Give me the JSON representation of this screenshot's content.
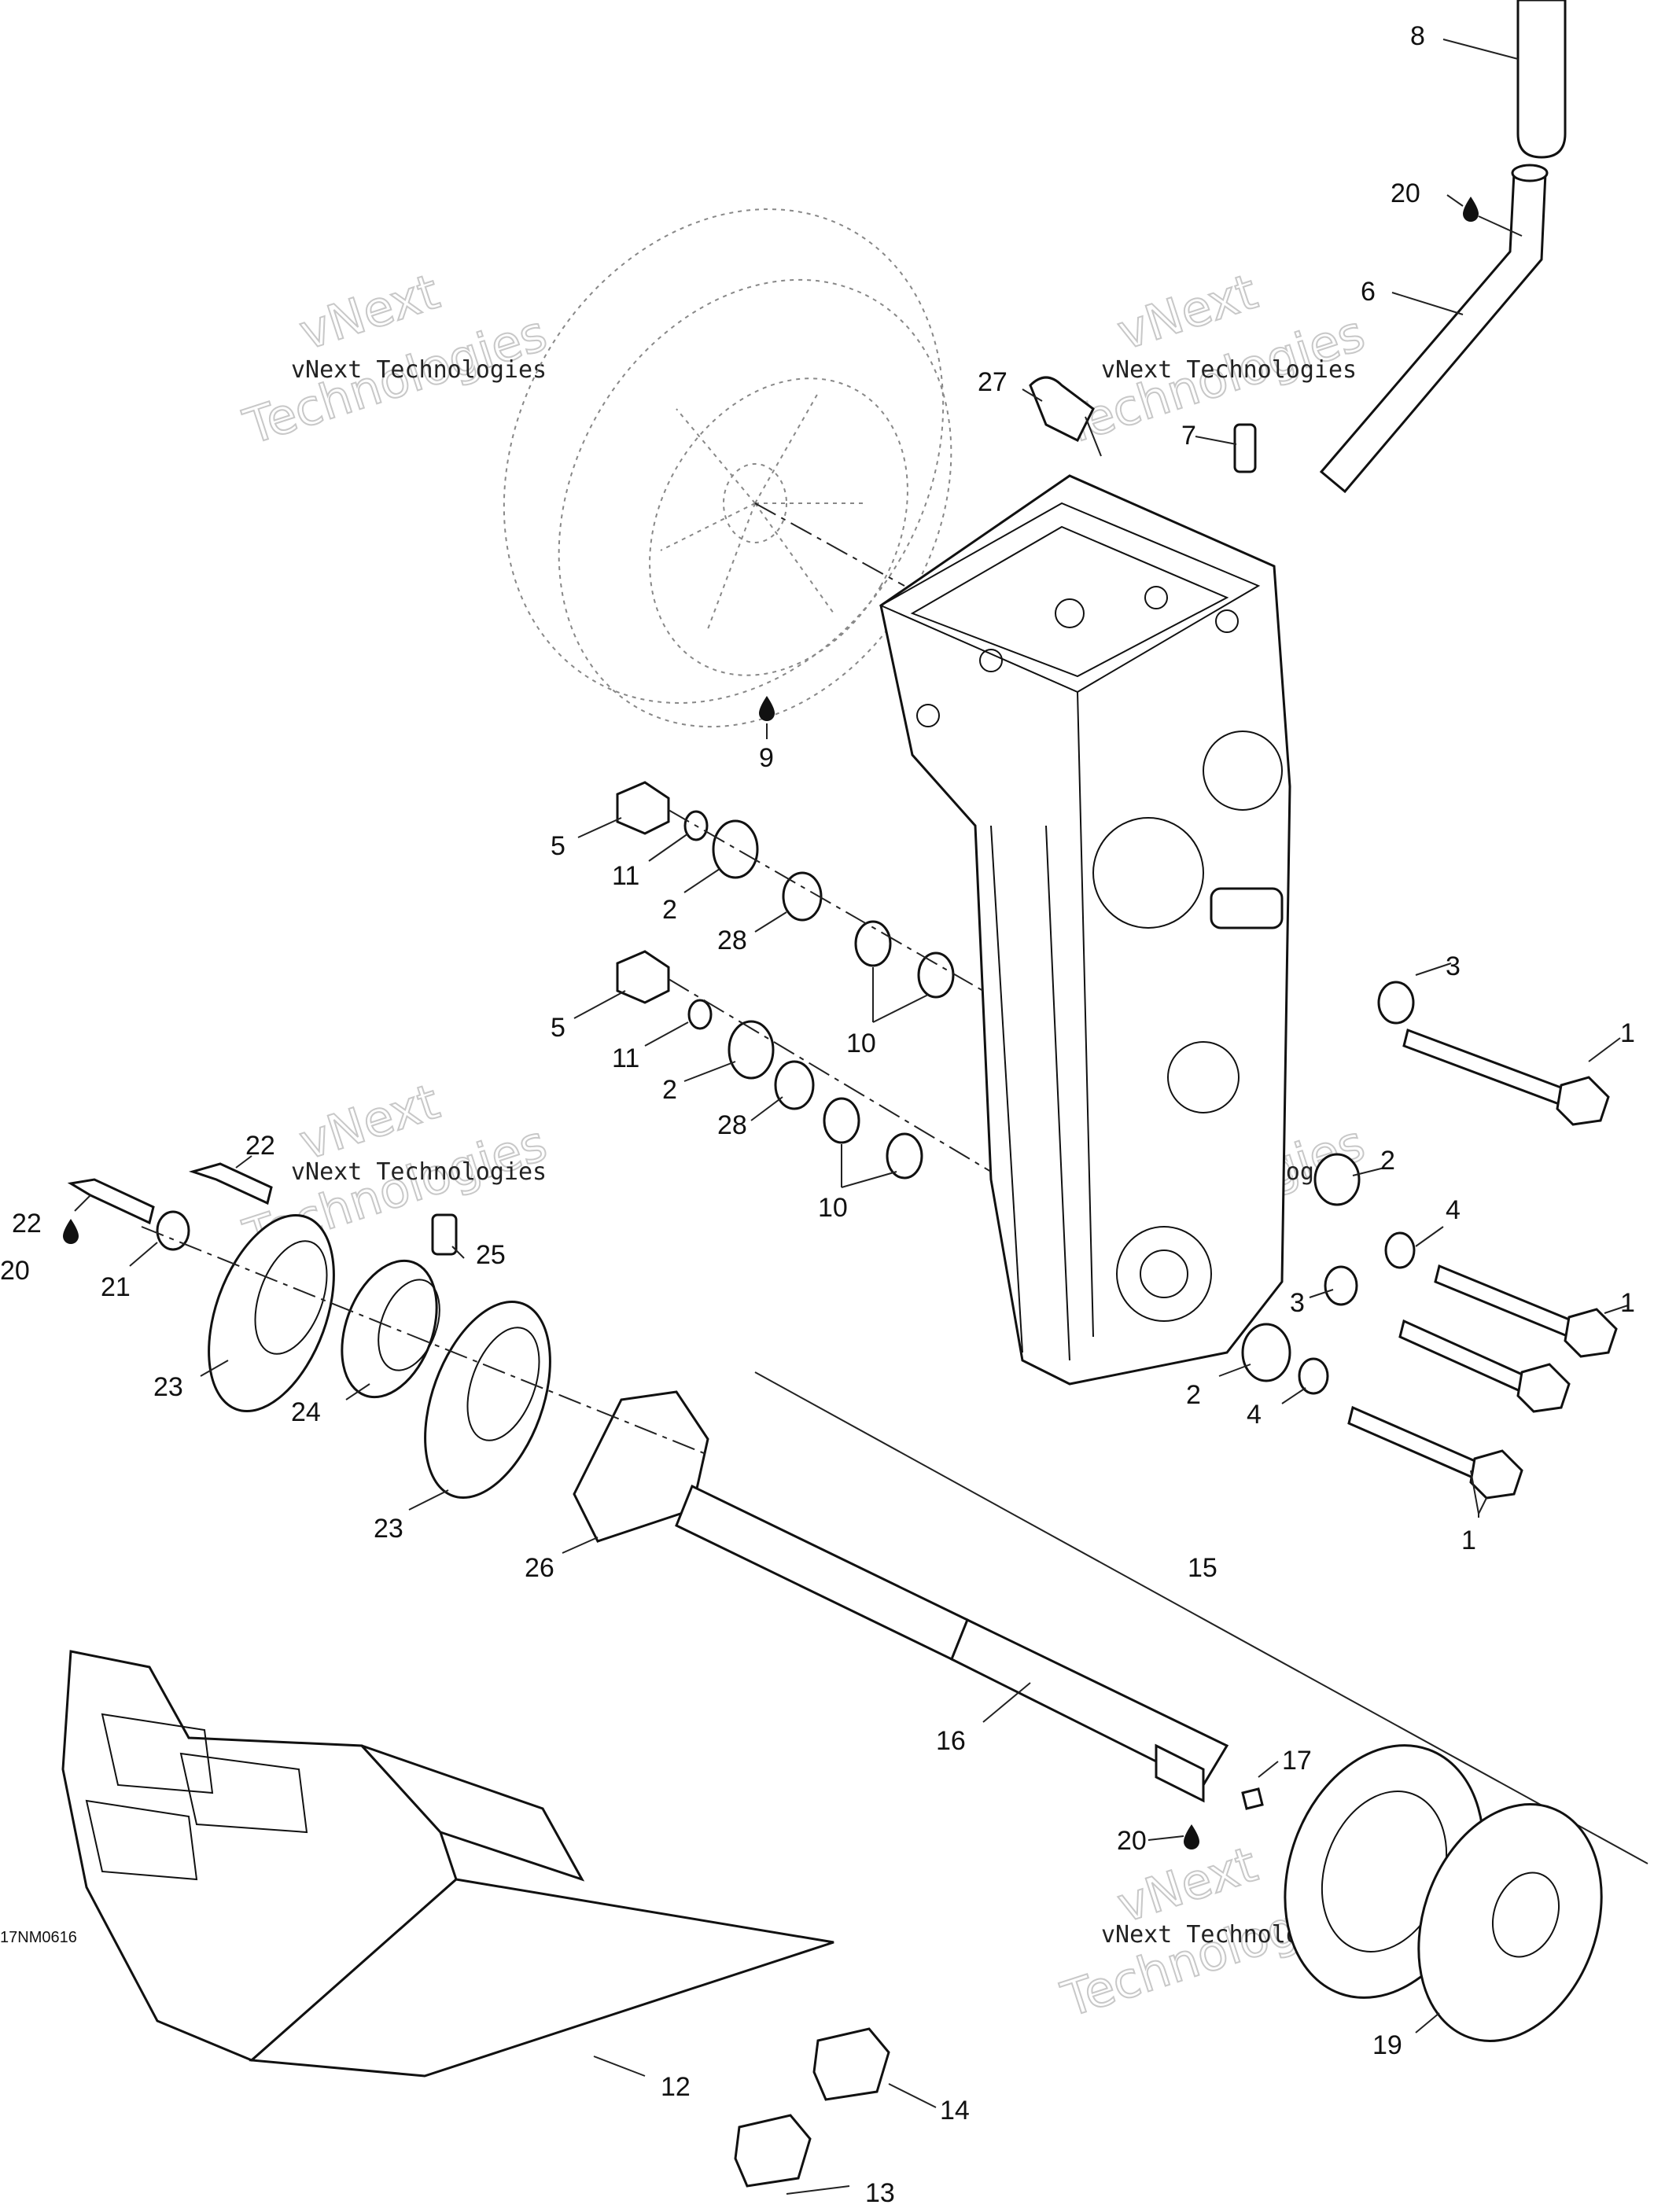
{
  "diagram": {
    "drawing_code": "17NM0616",
    "watermark": {
      "line1": "vNext",
      "line2": "Technologies"
    },
    "callouts": {
      "c8": "8",
      "c20a": "20",
      "c6": "6",
      "c27": "27",
      "c7": "7",
      "c9": "9",
      "c5a": "5",
      "c11a": "11",
      "c2a": "2",
      "c28a": "28",
      "c10a": "10",
      "c5b": "5",
      "c11b": "11",
      "c2b": "2",
      "c28b": "28",
      "c10b": "10",
      "c3a": "3",
      "c1a": "1",
      "c2c": "2",
      "c4a": "4",
      "c1b": "1",
      "c3b": "3",
      "c2d": "2",
      "c4b": "4",
      "c1c": "1",
      "c22a": "22",
      "c22b": "22",
      "c20b": "20",
      "c21": "21",
      "c25": "25",
      "c23a": "23",
      "c24": "24",
      "c23b": "23",
      "c26": "26",
      "c15": "15",
      "c16": "16",
      "c17": "17",
      "c20c": "20",
      "c19": "19",
      "c12": "12",
      "c13": "13",
      "c14": "14"
    }
  }
}
